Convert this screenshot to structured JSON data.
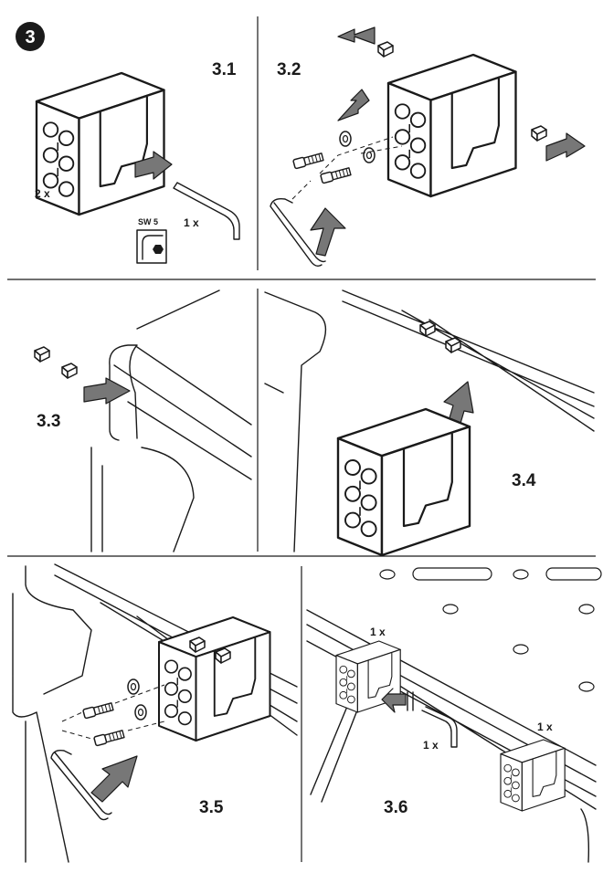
{
  "section": {
    "number": "3"
  },
  "steps": {
    "s1": {
      "label": "3.1",
      "qty_block": "2 x",
      "qty_key": "1 x",
      "tool_size": "SW 5"
    },
    "s2": {
      "label": "3.2"
    },
    "s3": {
      "label": "3.3"
    },
    "s4": {
      "label": "3.4"
    },
    "s5": {
      "label": "3.5"
    },
    "s6": {
      "label": "3.6",
      "qty_block_left": "1 x",
      "qty_block_right": "1 x",
      "qty_key": "1 x"
    }
  },
  "colors": {
    "line": "#1a1a1a",
    "arrow": "#777777",
    "background": "#ffffff"
  },
  "icons": [
    "hex-key-icon",
    "clamp-block-icon",
    "direction-arrow-icon",
    "bolt-icon",
    "washer-icon",
    "square-nut-icon"
  ]
}
